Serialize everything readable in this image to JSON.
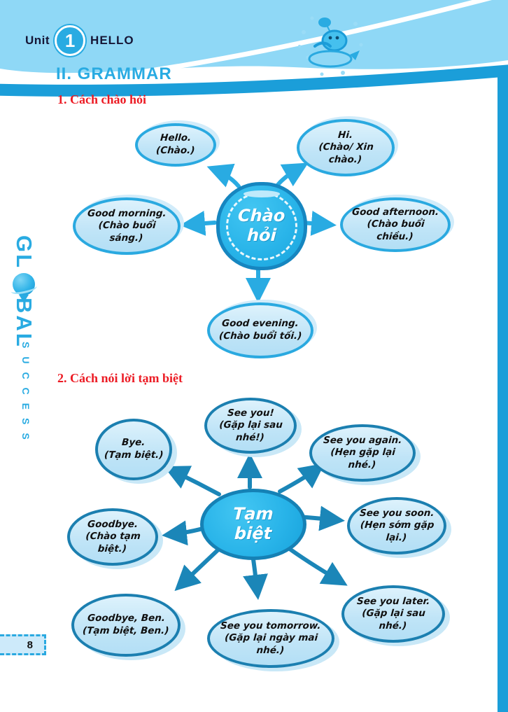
{
  "header": {
    "unit_label": "Unit",
    "unit_number": "1",
    "unit_title": "HELLO"
  },
  "sidebar": {
    "brand_top": "GL",
    "brand_bottom": "BAL",
    "brand_sub": "SUCCESS"
  },
  "page": {
    "number": "8"
  },
  "grammar": {
    "section_title": "II. GRAMMAR",
    "subsection1": "1. Cách chào hỏi",
    "subsection2": "2. Cách nói lời tạm biệt",
    "map1": {
      "center": {
        "line1": "Chào",
        "line2": "hỏi"
      },
      "nodes": [
        {
          "en": "Hello.",
          "vi": "(Chào.)"
        },
        {
          "en": "Hi.",
          "vi": "(Chào/ Xin chào.)"
        },
        {
          "en": "Good morning.",
          "vi": "(Chào buổi sáng.)"
        },
        {
          "en": "Good afternoon.",
          "vi": "(Chào buổi chiều.)"
        },
        {
          "en": "Good evening.",
          "vi": "(Chào buổi tối.)"
        }
      ]
    },
    "map2": {
      "center": {
        "line1": "Tạm",
        "line2": "biệt"
      },
      "nodes": [
        {
          "en": "See you!",
          "vi": "(Gặp lại sau nhé!)"
        },
        {
          "en": "Bye.",
          "vi": "(Tạm biệt.)"
        },
        {
          "en": "See you again.",
          "vi": "(Hẹn gặp lại nhé.)"
        },
        {
          "en": "Goodbye.",
          "vi": "(Chào tạm biệt.)"
        },
        {
          "en": "See you soon.",
          "vi": "(Hẹn sớm gặp lại.)"
        },
        {
          "en": "Goodbye, Ben.",
          "vi": "(Tạm biệt, Ben.)"
        },
        {
          "en": "See you tomorrow.",
          "vi": "(Gặp lại ngày mai nhé.)"
        },
        {
          "en": "See you later.",
          "vi": "(Gặp lại sau nhé.)"
        }
      ]
    }
  },
  "colors": {
    "wave_light": "#8fd8f6",
    "wave_dark": "#1b9ed9",
    "accent_cyan": "#29abe2",
    "heading_red": "#ec1b24",
    "bubble_fill": "#bfe4f7",
    "bubble_border_map1": "#2aa9e0",
    "bubble_border_map2": "#1b7fb0",
    "center_fill": "#29b4e9"
  }
}
